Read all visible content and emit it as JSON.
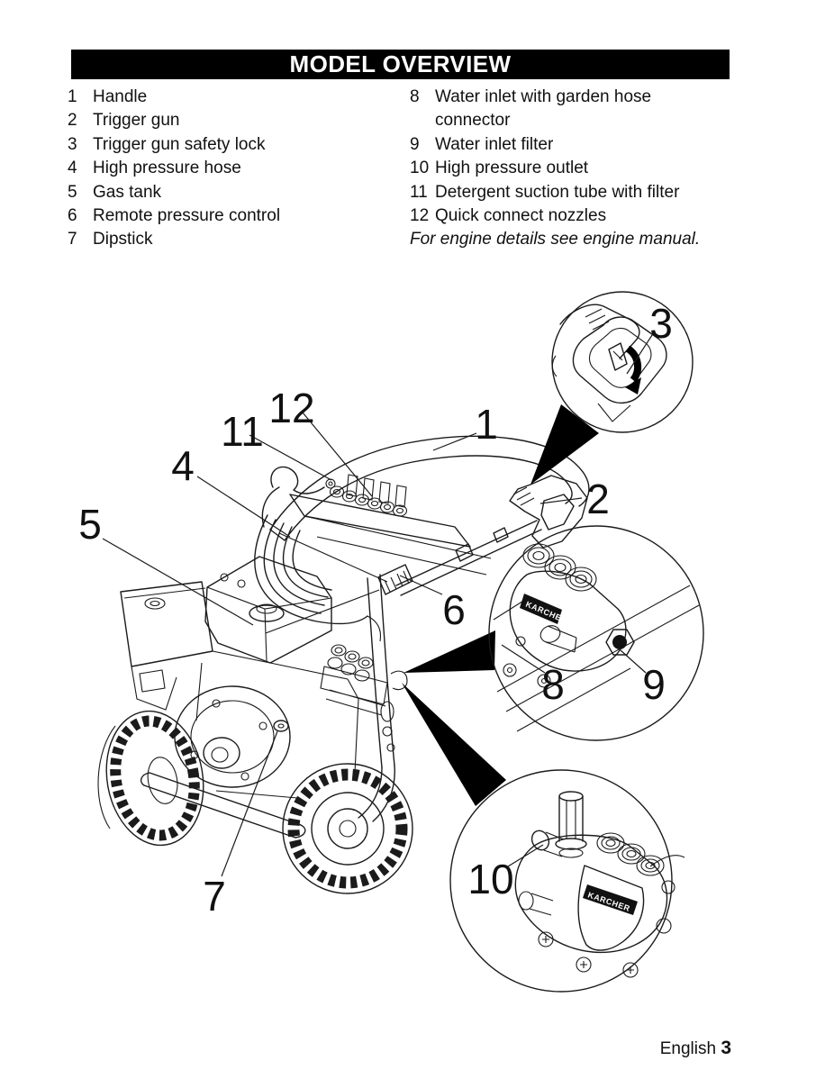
{
  "header": {
    "title": "MODEL OVERVIEW"
  },
  "parts_list": {
    "left": [
      {
        "num": "1",
        "label": "Handle"
      },
      {
        "num": "2",
        "label": "Trigger gun"
      },
      {
        "num": "3",
        "label": "Trigger gun safety lock"
      },
      {
        "num": "4",
        "label": "High pressure hose"
      },
      {
        "num": "5",
        "label": "Gas tank"
      },
      {
        "num": "6",
        "label": "Remote pressure control"
      },
      {
        "num": "7",
        "label": "Dipstick"
      }
    ],
    "right": [
      {
        "num": "8",
        "label": "Water inlet with garden hose connector"
      },
      {
        "num": "9",
        "label": "Water inlet filter"
      },
      {
        "num": "10",
        "label": "High pressure outlet"
      },
      {
        "num": "11",
        "label": "Detergent suction tube with filter"
      },
      {
        "num": "12",
        "label": "Quick connect nozzles"
      }
    ],
    "note": "For engine details see engine manual."
  },
  "diagram": {
    "callouts": {
      "c1": "1",
      "c2": "2",
      "c3": "3",
      "c4": "4",
      "c5": "5",
      "c6": "6",
      "c7": "7",
      "c8": "8",
      "c9": "9",
      "c10": "10",
      "c11": "11",
      "c12": "12"
    },
    "branding": "KARCHER"
  },
  "footer": {
    "language": "English",
    "page": "3"
  }
}
